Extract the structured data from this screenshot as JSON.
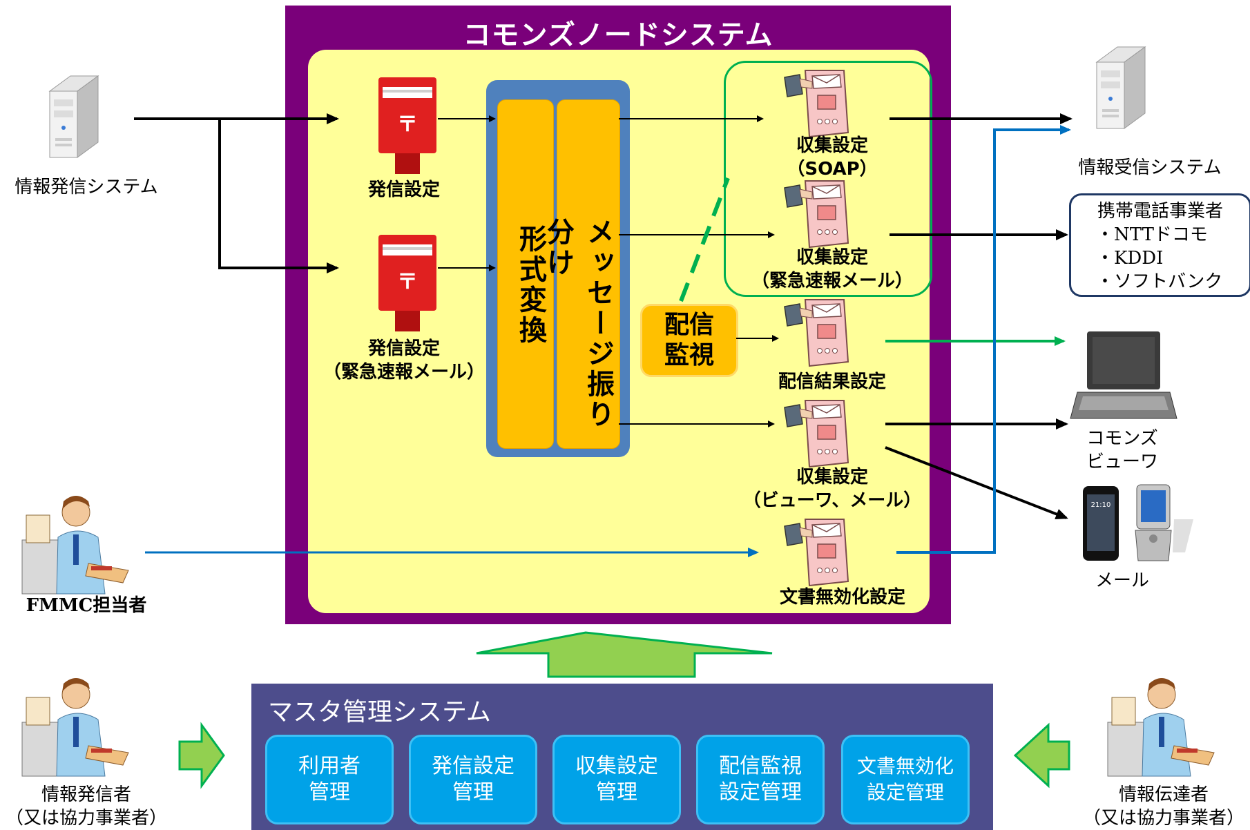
{
  "node_system": {
    "title": "コモンズノードシステム"
  },
  "left": {
    "info_sender_system": "情報発信システム",
    "fmmc": "FMMC担当者"
  },
  "post": {
    "send_setting": "発信設定",
    "send_emergency_1": "発信設定",
    "send_emergency_2": "（緊急速報メール）"
  },
  "conversion": {
    "format_convert": "形式変換",
    "message_sort_1": "メッセージ",
    "message_sort_2": "振り分け"
  },
  "monitor": {
    "line1": "配信",
    "line2": "監視"
  },
  "collect": {
    "soap_1": "収集設定",
    "soap_2": "（SOAP）",
    "emergency_1": "収集設定",
    "emergency_2": "（緊急速報メール）",
    "delivery_result": "配信結果設定",
    "viewer_1": "収集設定",
    "viewer_2": "（ビューワ、メール）",
    "invalidate": "文書無効化設定"
  },
  "right": {
    "receiver_system": "情報受信システム",
    "carrier_title": "携帯電話事業者",
    "carriers": [
      "・NTTドコモ",
      "・KDDI",
      "・ソフトバンク"
    ],
    "viewer_1": "コモンズ",
    "viewer_2": "ビューワ",
    "mail": "メール"
  },
  "master": {
    "title": "マスタ管理システム",
    "buttons": [
      {
        "line1": "利用者",
        "line2": "管理"
      },
      {
        "line1": "発信設定",
        "line2": "管理"
      },
      {
        "line1": "収集設定",
        "line2": "管理"
      },
      {
        "line1": "配信監視",
        "line2": "設定管理"
      },
      {
        "line1": "文書無効化",
        "line2": "設定管理"
      }
    ]
  },
  "bottom": {
    "sender_1": "情報発信者",
    "sender_2": "（又は協力事業者）",
    "transmitter_1": "情報伝達者",
    "transmitter_2": "（又は協力事業者）"
  },
  "colors": {
    "node_frame": "#7a007a",
    "node_inner": "#ffff99",
    "orange": "#ffc000",
    "blue_frame": "#4f81bd",
    "green_line": "#00b050",
    "blue_line": "#0070c0",
    "master_frame": "#4d4d8c",
    "master_button": "#00a2e8",
    "big_arrow": "#92d050"
  }
}
